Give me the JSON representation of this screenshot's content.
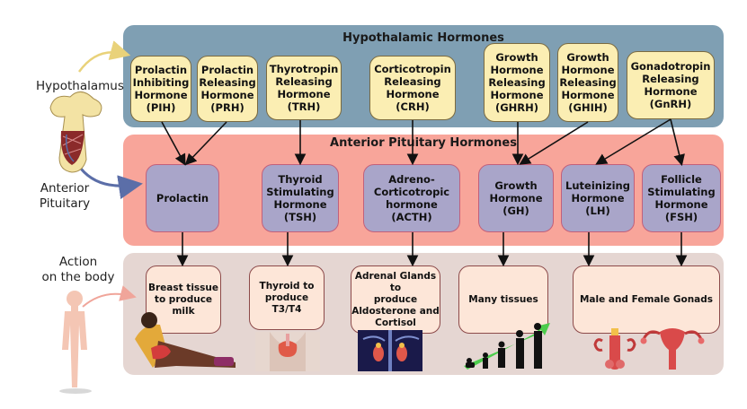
{
  "sections": {
    "hypothalamic_title": "Hypothalamic Hormones",
    "pituitary_title": "Anterior Pituitary Hormones"
  },
  "side_labels": {
    "hypothalamus": "Hypothalamus",
    "anterior_pituitary": "Anterior\nPituitary",
    "action": "Action\non the body"
  },
  "hypothalamic_hormones": [
    {
      "id": "pih",
      "label": "Prolactin\nInhibiting\nHormone\n(PIH)"
    },
    {
      "id": "prh",
      "label": "Prolactin\nReleasing\nHormone\n(PRH)"
    },
    {
      "id": "trh",
      "label": "Thyrotropin\nReleasing\nHormone\n(TRH)"
    },
    {
      "id": "crh",
      "label": "Corticotropin\nReleasing\nHormone\n(CRH)"
    },
    {
      "id": "ghrh",
      "label": "Growth\nHormone\nReleasing\nHormone\n(GHRH)"
    },
    {
      "id": "ghih",
      "label": "Growth\nHormone\nReleasing\nHormone\n(GHIH)"
    },
    {
      "id": "gnrh",
      "label": "Gonadotropin\nReleasing\nHormone\n(GnRH)"
    }
  ],
  "pituitary_hormones": [
    {
      "id": "prolactin",
      "label": "Prolactin"
    },
    {
      "id": "tsh",
      "label": "Thyroid\nStimulating\nHormone\n(TSH)"
    },
    {
      "id": "acth",
      "label": "Adreno-\nCorticotropic\nhormone\n(ACTH)"
    },
    {
      "id": "gh",
      "label": "Growth\nHormone\n(GH)"
    },
    {
      "id": "lh",
      "label": "Luteinizing\nHormone\n(LH)"
    },
    {
      "id": "fsh",
      "label": "Follicle\nStimulating\nHormone\n(FSH)"
    }
  ],
  "actions": [
    {
      "id": "breast",
      "label": "Breast tissue\nto produce\nmilk"
    },
    {
      "id": "thyroid",
      "label": "Thyroid to\nproduce T3/T4"
    },
    {
      "id": "adrenal",
      "label": "Adrenal Glands to\nproduce\nAldosterone and\nCortisol"
    },
    {
      "id": "tissues",
      "label": "Many tissues"
    },
    {
      "id": "gonads",
      "label": "Male and Female Gonads"
    }
  ],
  "colors": {
    "hypothalamic_band": "#7f9fb3",
    "pituitary_band": "#f8a59a",
    "action_band": "#e5d6d2",
    "hyp_box": "#fbeeb3",
    "pit_box": "#a9a5c9",
    "action_box": "#fde6d8"
  }
}
